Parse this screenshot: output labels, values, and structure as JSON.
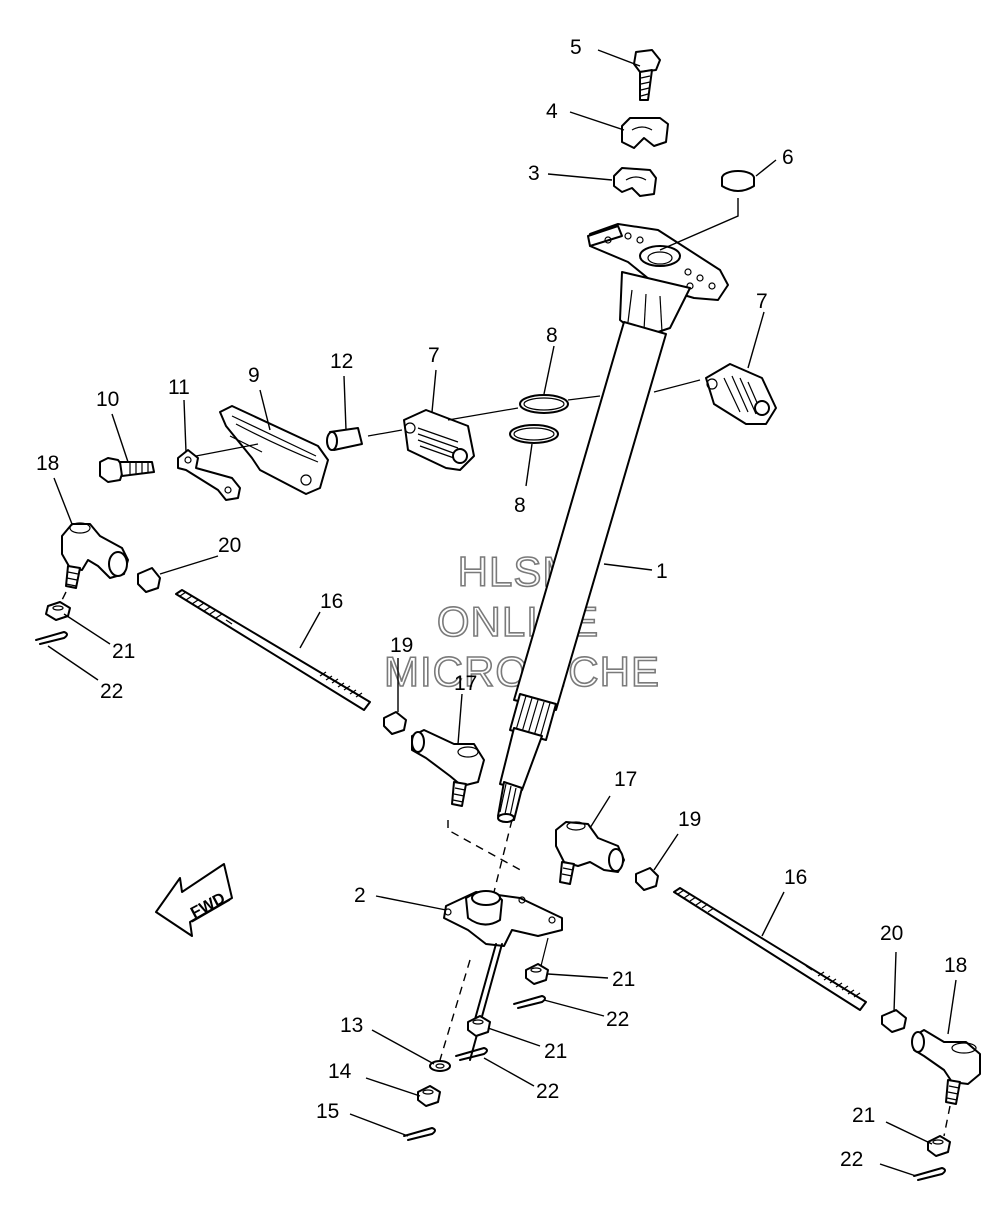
{
  "watermark": {
    "line1": "HLSM",
    "line2": "ONLINE",
    "line3": "MICROFICHE"
  },
  "direction_badge": {
    "label": "FWD"
  },
  "callouts": {
    "c1": "1",
    "c2": "2",
    "c3": "3",
    "c4": "4",
    "c5": "5",
    "c6": "6",
    "c7a": "7",
    "c7b": "7",
    "c8a": "8",
    "c8b": "8",
    "c9": "9",
    "c10": "10",
    "c11": "11",
    "c12": "12",
    "c13": "13",
    "c14": "14",
    "c15": "15",
    "c16a": "16",
    "c16b": "16",
    "c17a": "17",
    "c17b": "17",
    "c18a": "18",
    "c18b": "18",
    "c19a": "19",
    "c19b": "19",
    "c20a": "20",
    "c20b": "20",
    "c21a": "21",
    "c21b": "21",
    "c21c": "21",
    "c21d": "21",
    "c22a": "22",
    "c22b": "22",
    "c22c": "22",
    "c22d": "22"
  }
}
